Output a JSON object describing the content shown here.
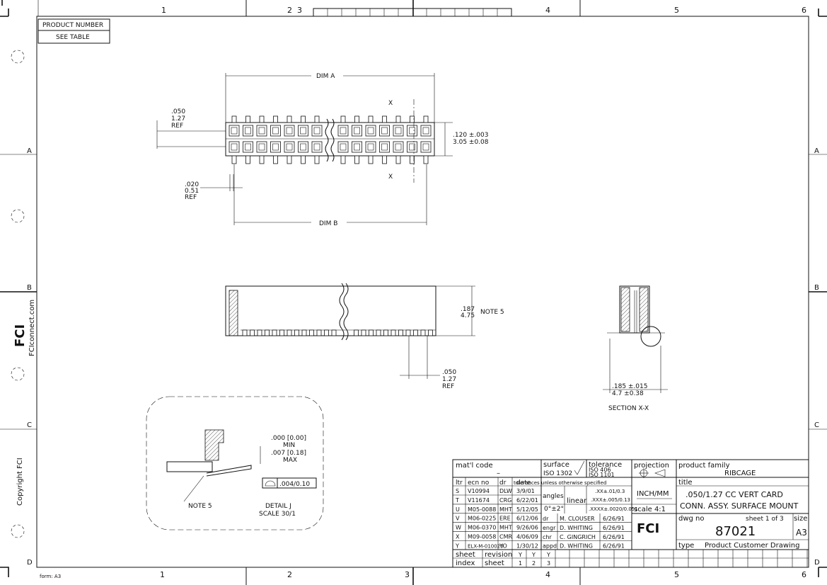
{
  "zones": {
    "top": [
      "1",
      "2",
      "3",
      "4",
      "5",
      "6"
    ],
    "bottom": [
      "1",
      "2",
      "3",
      "4",
      "5",
      "6"
    ],
    "left": [
      "A",
      "B",
      "C",
      "D"
    ],
    "right": [
      "A",
      "B",
      "C",
      "D"
    ]
  },
  "product_box": {
    "header": "PRODUCT NUMBER",
    "value": "SEE TABLE"
  },
  "side_text": {
    "website": "FCIconnect.com",
    "copyright": "Copyright FCI",
    "logo": "FCI"
  },
  "form_label": "form: A3",
  "top_view": {
    "dim_a": "DIM A",
    "dim_b": "DIM B",
    "section_mark": "X",
    "pitch_in": ".050",
    "pitch_mm": "1.27",
    "pitch_ref": "REF",
    "lead_in": ".020",
    "lead_mm": "0.51",
    "lead_ref": "REF",
    "width_in": ".120  ±.003",
    "width_mm": "3.05  ±0.08"
  },
  "side_view": {
    "height_in": ".187",
    "height_mm": "4.75",
    "height_note": "NOTE 5",
    "pitch_in": ".050",
    "pitch_mm": "1.27",
    "pitch_ref": "REF"
  },
  "section_view": {
    "dim_in": ".185  ±.015",
    "dim_mm": "4.7  ±0.38",
    "label": "SECTION  X-X"
  },
  "detail_view": {
    "min_in": ".000 [0.00]",
    "min_label": "MIN",
    "max_in": ".007 [0.18]",
    "max_label": "MAX",
    "note": "NOTE 5",
    "flatness": ".004/0.10",
    "title": "DETAIL  J",
    "scale": "SCALE  30/1"
  },
  "title_block": {
    "matl_label": "mat'l  code",
    "matl_value": "–",
    "surface_label": "surface",
    "surface_std": "ISO  1302",
    "tolerance_label": "tolerance",
    "tolerance_std1": "ISO  406",
    "tolerance_std2": "ISO  1101",
    "projection_label": "projection",
    "product_family_label": "product  family",
    "product_family": "RIBCAGE",
    "tol_note": "tolerances  unless  otherwise  specified",
    "angles_label": "angles",
    "angles_value": "0°±2°",
    "linear_label": "linear",
    "tol_xx": ".XX±.01/0.3",
    "tol_xxx": ".XXX±.005/0.13",
    "tol_xxxx": ".XXXX±.0020/0.051",
    "units": "INCH/MM",
    "scale": "scale  4:1",
    "title_label": "title",
    "title_line1": ".050/1.27  CC  VERT  CARD",
    "title_line2": "CONN.  ASSY.  SURFACE  MOUNT",
    "dwg_label": "dwg  no",
    "sheet_label": "sheet 1  of 3",
    "size_label": "size",
    "dwg_no": "87021",
    "size": "A3",
    "type_label": "type",
    "type_value": "Product  Customer  Drawing",
    "col_headers": [
      "ltr",
      "ecn  no",
      "dr",
      "date"
    ],
    "revisions": [
      [
        "S",
        "V10994",
        "DLW",
        "3/9/01"
      ],
      [
        "T",
        "V11674",
        "CRG",
        "6/22/01"
      ],
      [
        "U",
        "M05-0088",
        "MHT",
        "5/12/05"
      ],
      [
        "V",
        "M06-0225",
        "ERE",
        "6/12/06"
      ],
      [
        "W",
        "M06-0370",
        "MHT",
        "9/26/06"
      ],
      [
        "X",
        "M09-0058",
        "CMR",
        "4/06/09"
      ],
      [
        "Y",
        "ELX-M-010020",
        "YO",
        "1/30/12"
      ]
    ],
    "approvals": [
      [
        "dr",
        "M.  CLOUSER",
        "6/26/91"
      ],
      [
        "engr",
        "D.  WHITING",
        "6/26/91"
      ],
      [
        "chr",
        "C.  GINGRICH",
        "6/26/91"
      ],
      [
        "appd",
        "D.  WHITING",
        "6/26/91"
      ]
    ],
    "sheet_row": [
      "sheet",
      "revision",
      "Y",
      "Y",
      "Y"
    ],
    "index_row": [
      "index",
      "sheet",
      "1",
      "2",
      "3"
    ]
  }
}
